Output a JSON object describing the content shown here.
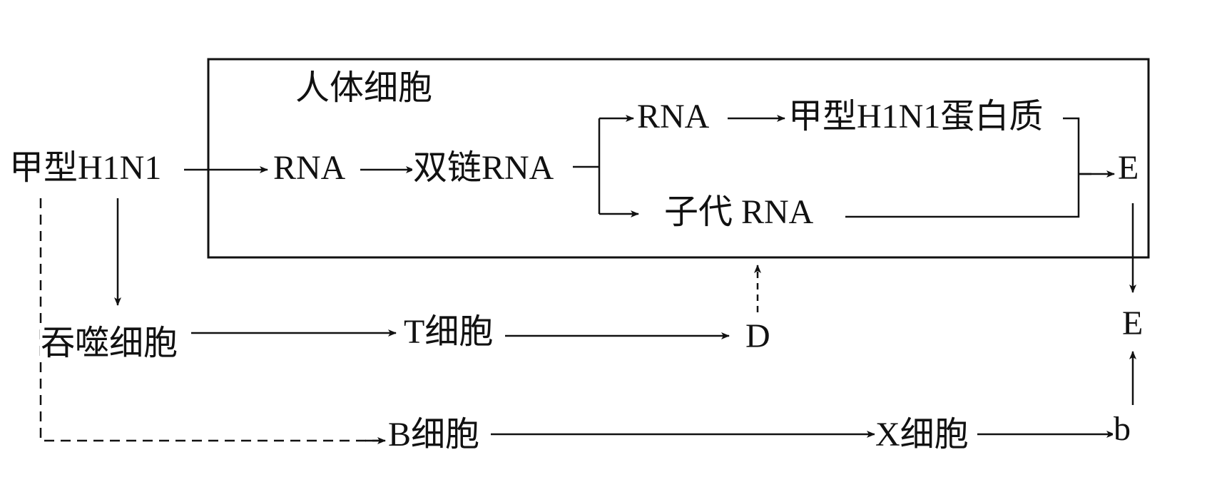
{
  "colors": {
    "ink": "#111111",
    "background": "#ffffff"
  },
  "labels": {
    "cell_region": "人体细胞",
    "virus": "甲型H1N1",
    "rna_1": "RNA",
    "ds_rna": "双链RNA",
    "rna_2": "RNA",
    "h1n1_protein": "甲型H1N1蛋白质",
    "progeny_rna": "子代 RNA",
    "e_top": "E",
    "e_bottom": "E",
    "phagocyte": "吞噬细胞",
    "t_cell": "T细胞",
    "d": "D",
    "b_cell": "B细胞",
    "x_cell": "X细胞",
    "b_lower": "b"
  }
}
